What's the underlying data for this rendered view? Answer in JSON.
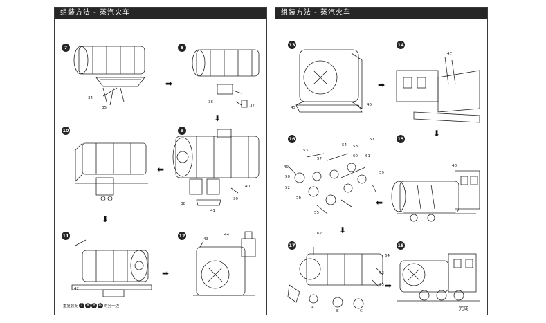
{
  "pages": [
    {
      "header": "组装方法 - 蒸汽火车",
      "steps": [
        "7",
        "8",
        "9",
        "10",
        "11",
        "12"
      ],
      "labels": [
        "34",
        "35",
        "36",
        "37",
        "38",
        "39",
        "40",
        "41",
        "42",
        "43",
        "44"
      ],
      "footer": {
        "prefix": "重复装配",
        "badges": [
          "7",
          "8",
          "9",
          "10"
        ],
        "suffix": "的另一边"
      }
    },
    {
      "header": "组装方法 - 蒸汽火车",
      "steps": [
        "13",
        "14",
        "15",
        "16",
        "17",
        "18"
      ],
      "labels": [
        "45",
        "46",
        "47",
        "48",
        "49",
        "50",
        "51",
        "52",
        "53",
        "54",
        "55",
        "56",
        "57",
        "58",
        "59",
        "60",
        "61",
        "62",
        "63",
        "64",
        "65",
        "A",
        "B",
        "C"
      ],
      "finish": "完成"
    }
  ],
  "arrows": {
    "right": "➡",
    "left": "⬅",
    "down": "⬇"
  }
}
